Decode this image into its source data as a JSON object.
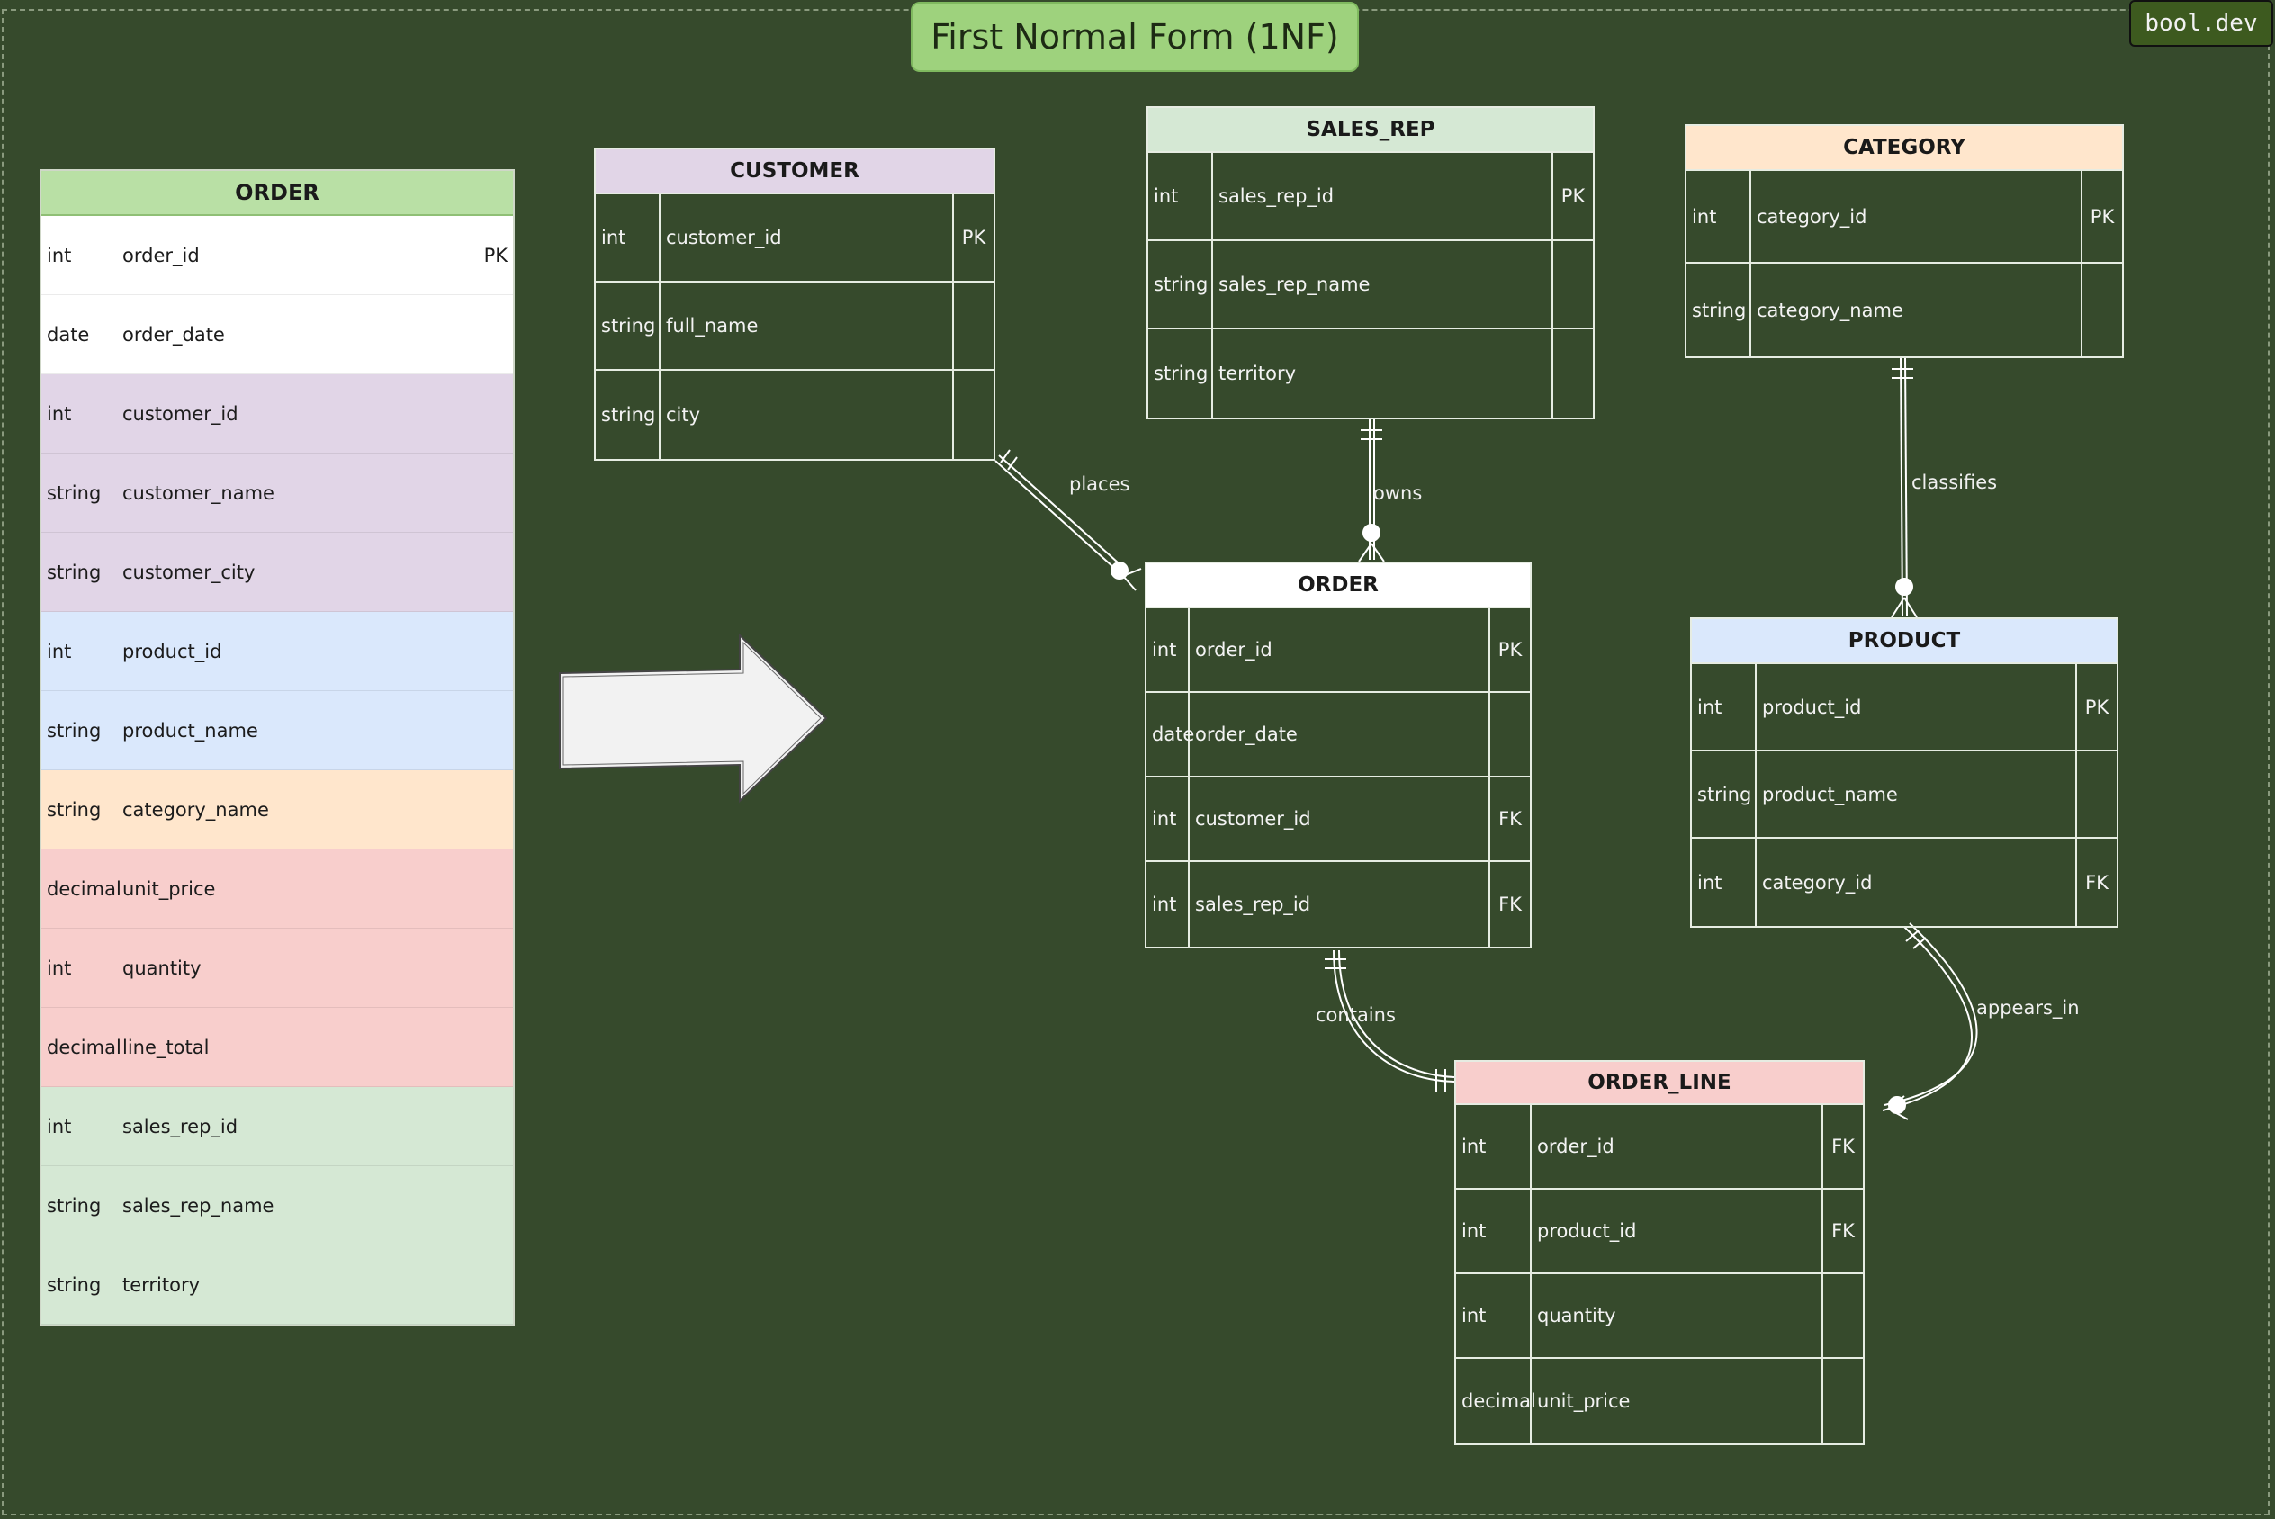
{
  "title": "First Normal Form (1NF)",
  "brand": "bool.dev",
  "colors": {
    "background": "#364a2c",
    "customer": "#e1d5e7",
    "product": "#dae8fc",
    "category": "#ffe6cc",
    "pricing": "#f8cecc",
    "sales_rep": "#d5e8d4",
    "order": "#ffffff",
    "order_head": "#b9e0a5"
  },
  "flat_table": {
    "name": "ORDER",
    "rows": [
      {
        "type": "int",
        "name": "order_id",
        "key": "PK",
        "color": "#ffffff"
      },
      {
        "type": "date",
        "name": "order_date",
        "key": "",
        "color": "#ffffff"
      },
      {
        "type": "int",
        "name": "customer_id",
        "key": "",
        "color": "#e1d5e7"
      },
      {
        "type": "string",
        "name": "customer_name",
        "key": "",
        "color": "#e1d5e7"
      },
      {
        "type": "string",
        "name": "customer_city",
        "key": "",
        "color": "#e1d5e7"
      },
      {
        "type": "int",
        "name": "product_id",
        "key": "",
        "color": "#dae8fc"
      },
      {
        "type": "string",
        "name": "product_name",
        "key": "",
        "color": "#dae8fc"
      },
      {
        "type": "string",
        "name": "category_name",
        "key": "",
        "color": "#ffe6cc"
      },
      {
        "type": "decimal",
        "name": "unit_price",
        "key": "",
        "color": "#f8cecc"
      },
      {
        "type": "int",
        "name": "quantity",
        "key": "",
        "color": "#f8cecc"
      },
      {
        "type": "decimal",
        "name": "line_total",
        "key": "",
        "color": "#f8cecc"
      },
      {
        "type": "int",
        "name": "sales_rep_id",
        "key": "",
        "color": "#d5e8d4"
      },
      {
        "type": "string",
        "name": "sales_rep_name",
        "key": "",
        "color": "#d5e8d4"
      },
      {
        "type": "string",
        "name": "territory",
        "key": "",
        "color": "#d5e8d4"
      }
    ]
  },
  "entities": {
    "customer": {
      "name": "CUSTOMER",
      "color": "#e1d5e7",
      "rows": [
        {
          "type": "int",
          "name": "customer_id",
          "key": "PK"
        },
        {
          "type": "string",
          "name": "full_name",
          "key": ""
        },
        {
          "type": "string",
          "name": "city",
          "key": ""
        }
      ]
    },
    "sales_rep": {
      "name": "SALES_REP",
      "color": "#d5e8d4",
      "rows": [
        {
          "type": "int",
          "name": "sales_rep_id",
          "key": "PK"
        },
        {
          "type": "string",
          "name": "sales_rep_name",
          "key": ""
        },
        {
          "type": "string",
          "name": "territory",
          "key": ""
        }
      ]
    },
    "category": {
      "name": "CATEGORY",
      "color": "#ffe6cc",
      "rows": [
        {
          "type": "int",
          "name": "category_id",
          "key": "PK"
        },
        {
          "type": "string",
          "name": "category_name",
          "key": ""
        }
      ]
    },
    "order": {
      "name": "ORDER",
      "color": "#ffffff",
      "rows": [
        {
          "type": "int",
          "name": "order_id",
          "key": "PK"
        },
        {
          "type": "date",
          "name": "order_date",
          "key": ""
        },
        {
          "type": "int",
          "name": "customer_id",
          "key": "FK"
        },
        {
          "type": "int",
          "name": "sales_rep_id",
          "key": "FK"
        }
      ]
    },
    "product": {
      "name": "PRODUCT",
      "color": "#dae8fc",
      "rows": [
        {
          "type": "int",
          "name": "product_id",
          "key": "PK"
        },
        {
          "type": "string",
          "name": "product_name",
          "key": ""
        },
        {
          "type": "int",
          "name": "category_id",
          "key": "FK"
        }
      ]
    },
    "order_line": {
      "name": "ORDER_LINE",
      "color": "#f8cecc",
      "rows": [
        {
          "type": "int",
          "name": "order_id",
          "key": "FK"
        },
        {
          "type": "int",
          "name": "product_id",
          "key": "FK"
        },
        {
          "type": "int",
          "name": "quantity",
          "key": ""
        },
        {
          "type": "decimal",
          "name": "unit_price",
          "key": ""
        }
      ]
    }
  },
  "relationships": {
    "places": "places",
    "owns": "owns",
    "classifies": "classifies",
    "contains": "contains",
    "appears_in": "appears_in"
  }
}
